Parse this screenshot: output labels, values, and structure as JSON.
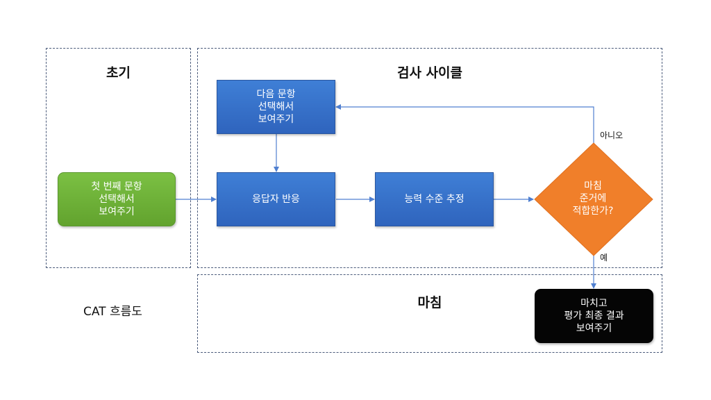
{
  "regions": {
    "initial": {
      "title": "초기"
    },
    "test_cycle": {
      "title": "검사 사이클"
    },
    "finish": {
      "title": "마침"
    }
  },
  "nodes": {
    "show_first_item": {
      "label": "첫 번째 문항\n선택해서\n보여주기"
    },
    "show_next_item": {
      "label": "다음 문항\n선택해서\n보여주기"
    },
    "responder_response": {
      "label": "응답자 반응"
    },
    "ability_estimate": {
      "label": "능력 수준 추정"
    },
    "stop_criterion": {
      "label": "마침\n준거에\n적합한가?"
    },
    "finish_and_show": {
      "label": "마치고\n평가 최종 결과\n보여주기"
    }
  },
  "edge_labels": {
    "no": "아니오",
    "yes": "예"
  },
  "caption": "CAT 흐름도",
  "colors": {
    "region_border": "#4a5a7a",
    "process_blue": "#3370cc",
    "start_green": "#6cb33a",
    "decision_orange": "#f07f2a",
    "end_black": "#050505",
    "connector": "#4f7fd0"
  }
}
